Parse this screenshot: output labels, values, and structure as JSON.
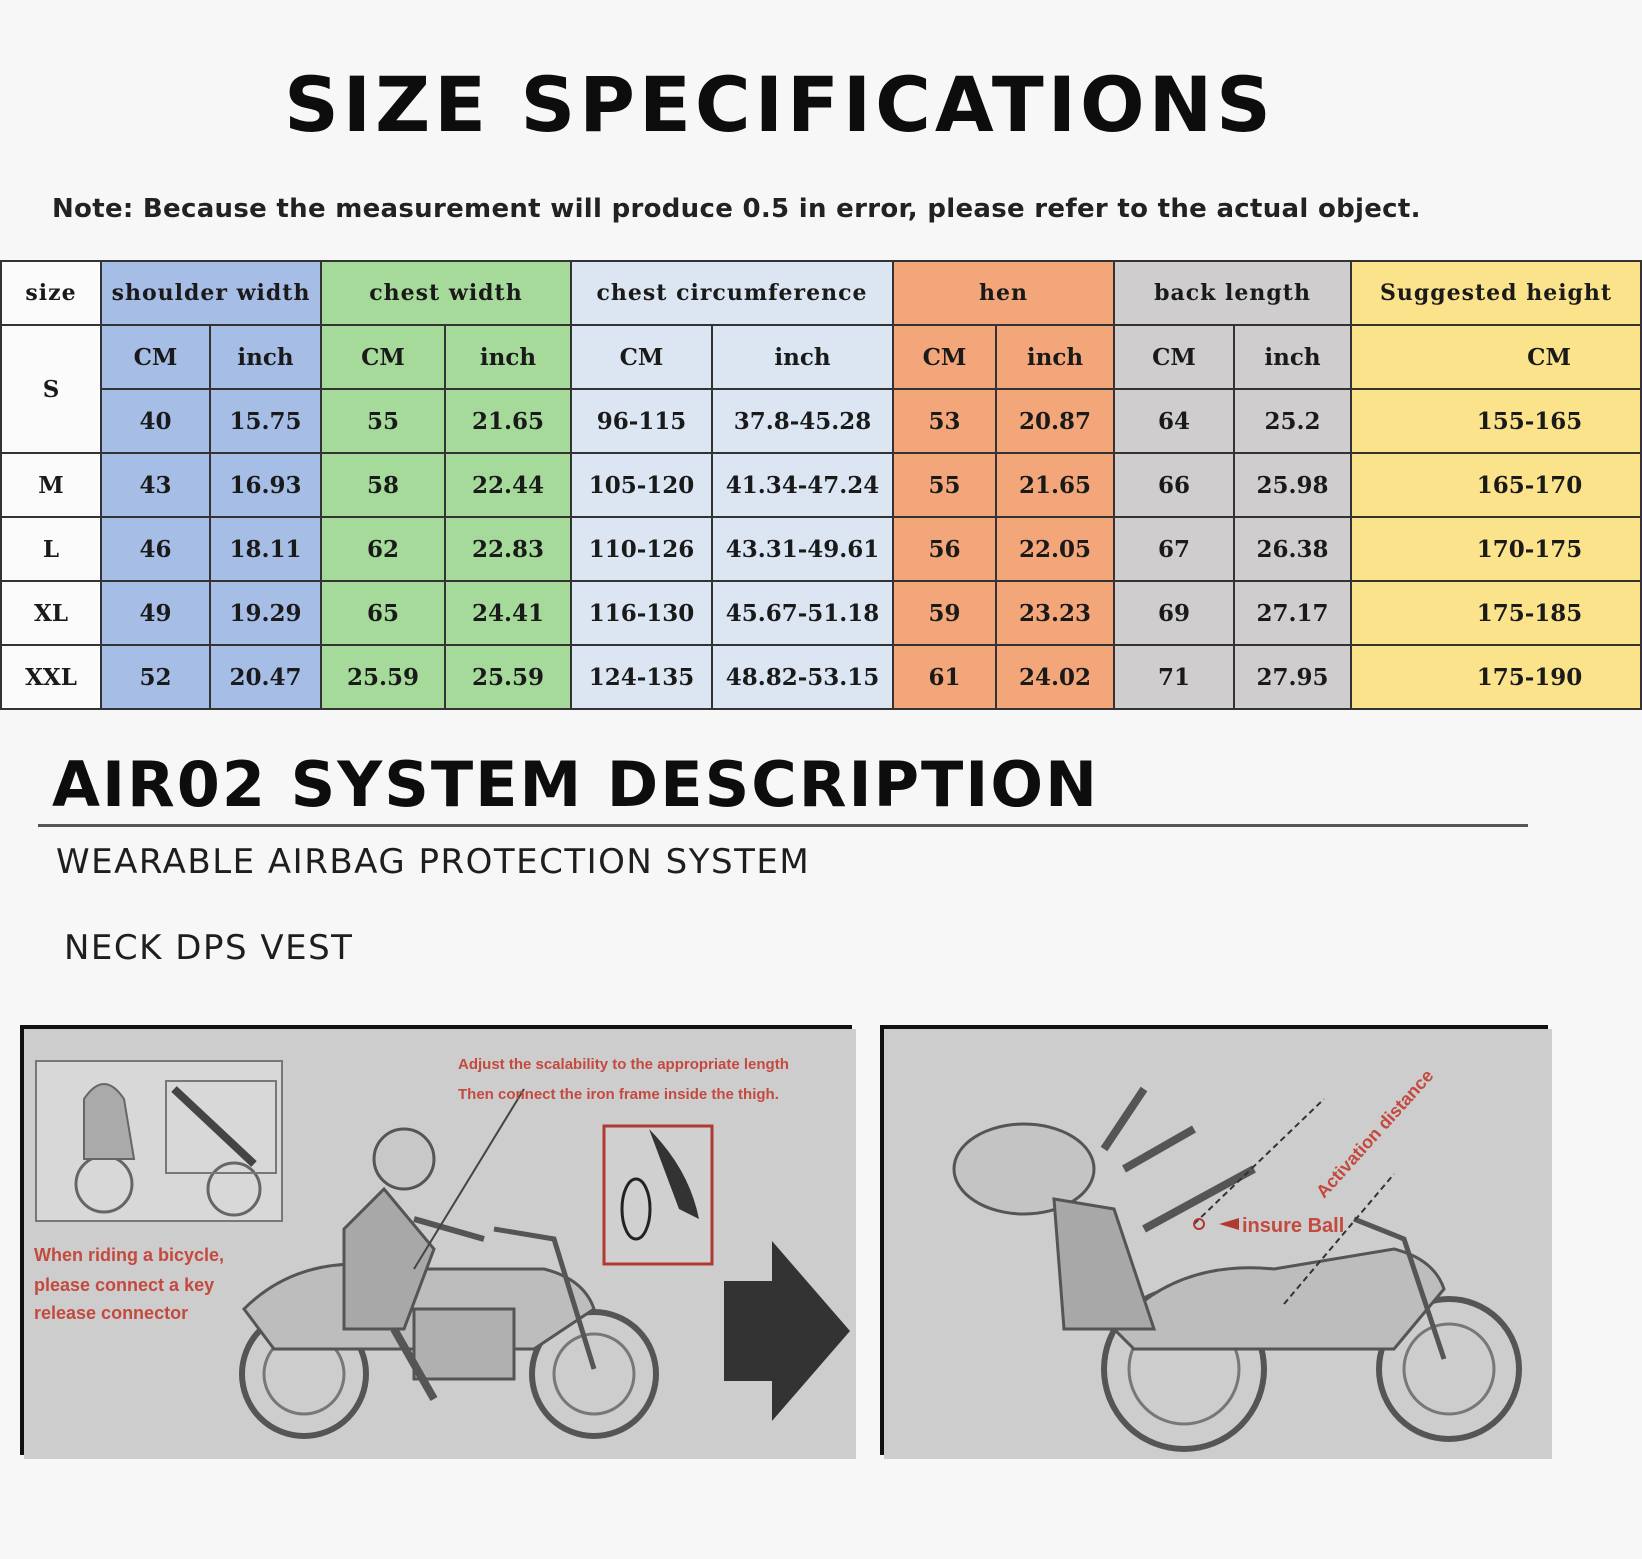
{
  "header": {
    "title": "SIZE SPECIFICATIONS",
    "note": "Note: Because the measurement will produce  0.5 in  error, please refer to the actual object."
  },
  "table": {
    "headers": {
      "size": "size",
      "shoulder": "shoulder width",
      "chest_width": "chest width",
      "chest_circ": "chest circumference",
      "hem": "hen",
      "back": "back  length",
      "height": "Suggested height"
    },
    "units": {
      "cm": "CM",
      "inch": "inch"
    },
    "rows": [
      [
        "S",
        "40",
        "15.75",
        "55",
        "21.65",
        "96-115",
        "37.8-45.28",
        "53",
        "20.87",
        "64",
        "25.2",
        "155-165"
      ],
      [
        "M",
        "43",
        "16.93",
        "58",
        "22.44",
        "105-120",
        "41.34-47.24",
        "55",
        "21.65",
        "66",
        "25.98",
        "165-170"
      ],
      [
        "L",
        "46",
        "18.11",
        "62",
        "22.83",
        "110-126",
        "43.31-49.61",
        "56",
        "22.05",
        "67",
        "26.38",
        "170-175"
      ],
      [
        "XL",
        "49",
        "19.29",
        "65",
        "24.41",
        "116-130",
        "45.67-51.18",
        "59",
        "23.23",
        "69",
        "27.17",
        "175-185"
      ],
      [
        "XXL",
        "52",
        "20.47",
        "25.59",
        "25.59",
        "124-135",
        "48.82-53.15",
        "61",
        "24.02",
        "71",
        "27.95",
        "175-190"
      ]
    ]
  },
  "system": {
    "title": "AIR02 SYSTEM DESCRIPTION",
    "subtitle": "WEARABLE AIRBAG PROTECTION SYSTEM",
    "product": "NECK DPS VEST"
  },
  "panel_left": {
    "instruction_line1": "Adjust the scalability to the appropriate length",
    "instruction_line2": "Then connect the iron frame inside the thigh.",
    "riding_line1": "When riding a bicycle,",
    "riding_line2": "please connect a key",
    "riding_line3": "release connector"
  },
  "panel_right": {
    "activation_label": "Activation distance",
    "insure_label": "insure Ball"
  },
  "colors": {
    "shoulder": "#a6bde6",
    "chest_width": "#a6da9a",
    "chest_circumference": "#dbe6f2",
    "hem": "#f2a679",
    "back_length": "#cfcdcd",
    "suggested_height": "#fbe38b",
    "annotation_red": "#c4493e"
  },
  "icons": [
    "arrow-right-icon"
  ]
}
